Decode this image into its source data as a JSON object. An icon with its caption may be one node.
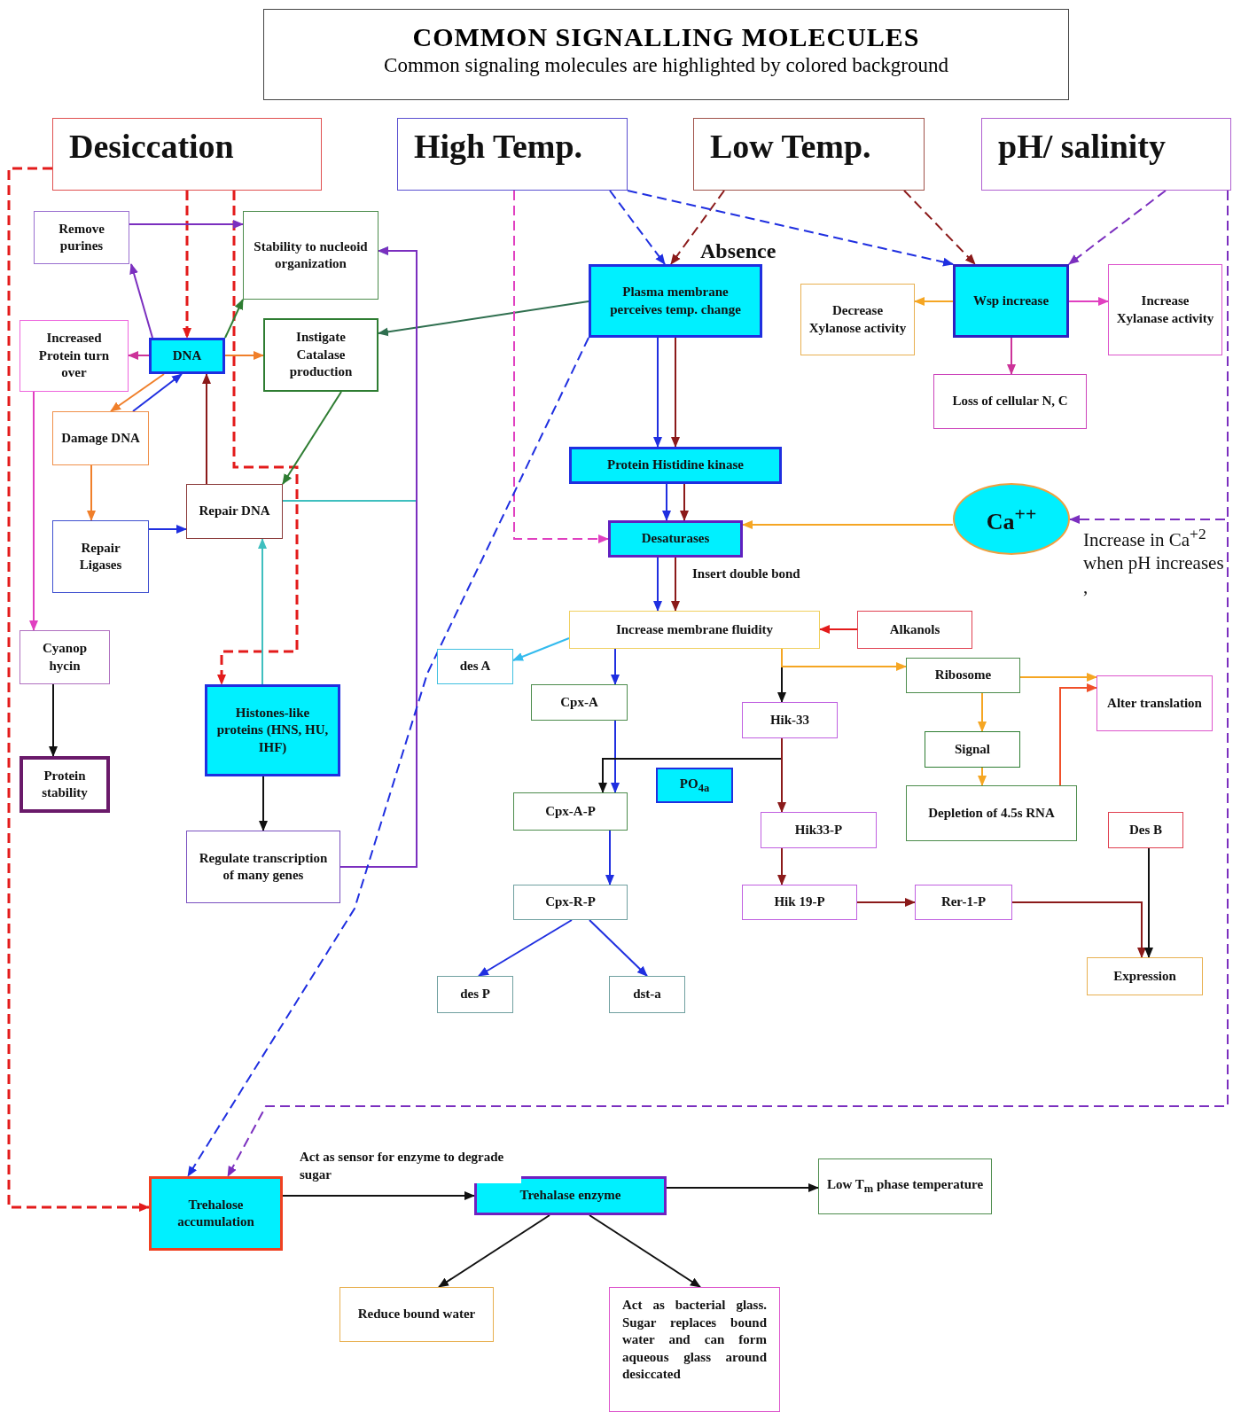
{
  "diagram": {
    "title": "COMMON SIGNALLING MOLECULES",
    "nodes": [
      {
        "text": [
          "Desiccation"
        ]
      },
      {
        "text": [
          "High Temp."
        ]
      },
      {
        "text": [
          "Low Temp."
        ]
      },
      {
        "text": [
          "pH/ salinity"
        ]
      },
      {
        "text": [
          "Remove purines"
        ]
      },
      {
        "text": [
          "Stability to nucleoid organization"
        ]
      },
      {
        "text": [
          "Increased Protein turn over"
        ]
      },
      {
        "text": [
          "DNA"
        ]
      },
      {
        "text": [
          "Instigate Catalase production"
        ]
      },
      {
        "text": [
          "Plasma membrane perceives temp. change"
        ]
      },
      {
        "text": [
          "Decrease Xylanose activity"
        ]
      },
      {
        "text": [
          "Wsp increase"
        ]
      },
      {
        "text": [
          "Increase Xylanase activity"
        ]
      },
      {
        "text": [
          "Loss of cellular N, C"
        ]
      },
      {
        "text": [
          "Damage DNA"
        ]
      },
      {
        "text": [
          "Repair DNA"
        ]
      },
      {
        "text": [
          "Protein Histidine kinase"
        ]
      },
      {
        "text": [
          "Repair Ligases"
        ]
      },
      {
        "text": [
          "Ca$^{++}$"
        ]
      },
      {
        "text": [
          "Desaturases"
        ]
      },
      {
        "text": [
          "Increase membrane fluidity"
        ]
      },
      {
        "text": [
          "Alkanols"
        ]
      },
      {
        "text": [
          "des A"
        ]
      },
      {
        "text": [
          "Cyanop hycin"
        ]
      },
      {
        "text": [
          "Histones-like proteins (HNS, HU, IHF)"
        ]
      },
      {
        "text": [
          "Cpx-A"
        ]
      },
      {
        "text": [
          "Ribosome"
        ]
      },
      {
        "text": [
          "Alter translation"
        ]
      },
      {
        "text": [
          "Hik-33"
        ]
      },
      {
        "text": [
          "Signal"
        ]
      },
      {
        "text": [
          "PO$_{4a}$"
        ]
      },
      {
        "text": [
          "Protein stability"
        ]
      },
      {
        "text": [
          "Cpx-A-P"
        ]
      },
      {
        "text": [
          "Hik33-P"
        ]
      },
      {
        "text": [
          "Depletion of 4.5s RNA"
        ]
      },
      {
        "text": [
          "Des B"
        ]
      },
      {
        "text": [
          "Regulate transcription of many genes"
        ]
      },
      {
        "text": [
          "Cpx-R-P"
        ]
      },
      {
        "text": [
          "Hik 19-P"
        ]
      },
      {
        "text": [
          "Rer-1-P"
        ]
      },
      {
        "text": [
          "Expression"
        ]
      },
      {
        "text": [
          "des P"
        ]
      },
      {
        "text": [
          "dst-a"
        ]
      },
      {
        "text": [
          "Trehalose accumulation"
        ]
      },
      {
        "text": [
          "Trehalase enzyme"
        ]
      },
      {
        "text": [
          "Low T$_{m}$ phase temperature"
        ]
      },
      {
        "text": [
          "Reduce bound water"
        ]
      },
      {
        "text": [
          "Act as bacterial glass. Sugar replaces bound water and can form aqueous glass around desiccated"
        ]
      }
    ],
    "edges": [
      {
        "from": 0,
        "to": 7,
        "arrow": "to",
        "style": "dashed",
        "color": "#e31b1b"
      },
      {
        "from": 0,
        "to": 24,
        "arrow": "to",
        "style": "dashed",
        "color": "#e31b1b"
      },
      {
        "from": 0,
        "to": 43,
        "arrow": "to",
        "style": "dashed",
        "color": "#e31b1b"
      },
      {
        "from": 4,
        "to": 5,
        "arrow": "to",
        "color": "#7b2fbf"
      },
      {
        "from": 7,
        "to": 4,
        "arrow": "to",
        "color": "#7b2fbf"
      },
      {
        "from": 7,
        "to": 6,
        "arrow": "to",
        "color": "#cc3399"
      },
      {
        "from": 7,
        "to": 8,
        "arrow": "to",
        "color": "#f07f2a"
      },
      {
        "from": 7,
        "to": 5,
        "arrow": "to",
        "color": "#2e7d32"
      },
      {
        "from": 7,
        "to": 14,
        "arrow": "to",
        "color": "#f07f2a"
      },
      {
        "from": 14,
        "to": 7,
        "arrow": "to",
        "color": "#1f2fe0"
      },
      {
        "from": 14,
        "to": 17,
        "arrow": "to",
        "color": "#f07f2a"
      },
      {
        "from": 17,
        "to": 15,
        "arrow": "to",
        "color": "#1f2fe0"
      },
      {
        "from": 15,
        "to": 7,
        "arrow": "to",
        "color": "#8b1a1a"
      },
      {
        "from": 8,
        "to": 15,
        "arrow": "to",
        "color": "#2e7d32"
      },
      {
        "from": 9,
        "to": 8,
        "arrow": "to",
        "color": "#2f6f4f"
      },
      {
        "from": 15,
        "to": 5,
        "arrow": "to",
        "color": "#3fbfbf"
      },
      {
        "from": 36,
        "to": 5,
        "arrow": "to",
        "color": "#7b2fbf"
      },
      {
        "from": 24,
        "to": 15,
        "arrow": "to",
        "color": "#3fbfbf"
      },
      {
        "from": 24,
        "to": 36,
        "arrow": "to",
        "color": "#111111"
      },
      {
        "from": 6,
        "to": 23,
        "arrow": "to",
        "color": "#e040c0"
      },
      {
        "from": 23,
        "to": 31,
        "arrow": "to",
        "color": "#111111"
      },
      {
        "from": 1,
        "to": 9,
        "arrow": "to",
        "style": "dashed",
        "color": "#1f2fe0"
      },
      {
        "from": 2,
        "to": 9,
        "label": "Absence",
        "arrow": "to",
        "style": "dashed",
        "color": "#8b1a1a"
      },
      {
        "from": 1,
        "to": 11,
        "arrow": "to",
        "style": "dashed",
        "color": "#1f2fe0"
      },
      {
        "from": 2,
        "to": 11,
        "arrow": "to",
        "style": "dashed",
        "color": "#8b1a1a"
      },
      {
        "from": 3,
        "to": 11,
        "arrow": "to",
        "style": "dashed",
        "color": "#7b2fbf"
      },
      {
        "from": 1,
        "to": 19,
        "arrow": "to",
        "style": "dashed",
        "color": "#e040c0"
      },
      {
        "from": 11,
        "to": 10,
        "arrow": "to",
        "color": "#f5a623"
      },
      {
        "from": 11,
        "to": 12,
        "arrow": "to",
        "color": "#e040c0"
      },
      {
        "from": 11,
        "to": 13,
        "arrow": "to",
        "color": "#cc3399"
      },
      {
        "from": 9,
        "to": 16,
        "arrow": "to",
        "color": "#1f2fe0"
      },
      {
        "from": 9,
        "to": 16,
        "arrow": "to",
        "color": "#8b1a1a"
      },
      {
        "from": 16,
        "to": 19,
        "arrow": "to",
        "color": "#1f2fe0"
      },
      {
        "from": 16,
        "to": 19,
        "arrow": "to",
        "color": "#8b1a1a"
      },
      {
        "from": 18,
        "to": 19,
        "arrow": "to",
        "color": "#f5a623"
      },
      {
        "from": 3,
        "to": 18,
        "label": "Increase in Ca$^{+2}$ when pH increases ,",
        "arrow": "to",
        "style": "dashed",
        "color": "#7b2fbf"
      },
      {
        "from": 3,
        "to": 43,
        "arrow": "to",
        "style": "dashed",
        "color": "#7b2fbf"
      },
      {
        "from": 9,
        "to": 43,
        "arrow": "to",
        "style": "dashed",
        "color": "#1f2fe0"
      },
      {
        "from": 19,
        "to": 20,
        "arrow": "to",
        "color": "#1f2fe0"
      },
      {
        "from": 19,
        "to": 20,
        "label": "Insert double bond",
        "arrow": "to",
        "color": "#8b1a1a"
      },
      {
        "from": 21,
        "to": 20,
        "arrow": "to",
        "color": "#e31b1b"
      },
      {
        "from": 20,
        "to": 22,
        "arrow": "to",
        "color": "#33bbee"
      },
      {
        "from": 20,
        "to": 25,
        "arrow": "to",
        "color": "#1f2fe0"
      },
      {
        "from": 20,
        "to": 28,
        "arrow": "to",
        "color": "#111111"
      },
      {
        "from": 20,
        "to": 26,
        "arrow": "to",
        "color": "#f5a623"
      },
      {
        "from": 26,
        "to": 27,
        "arrow": "to",
        "color": "#f5a623"
      },
      {
        "from": 26,
        "to": 29,
        "arrow": "to",
        "color": "#f5a623"
      },
      {
        "from": 29,
        "to": 34,
        "arrow": "to",
        "color": "#f5a623"
      },
      {
        "from": 34,
        "to": 27,
        "arrow": "to",
        "color": "#f0502a"
      },
      {
        "from": 25,
        "to": 32,
        "arrow": "to",
        "color": "#1f2fe0"
      },
      {
        "from": 28,
        "to": 32,
        "arrow": "to",
        "color": "#111111"
      },
      {
        "from": 28,
        "to": 33,
        "arrow": "to",
        "color": "#8b1a1a"
      },
      {
        "from": 32,
        "to": 37,
        "arrow": "to",
        "color": "#1f2fe0"
      },
      {
        "from": 37,
        "to": 41,
        "arrow": "to",
        "color": "#1f2fe0"
      },
      {
        "from": 37,
        "to": 42,
        "arrow": "to",
        "color": "#1f2fe0"
      },
      {
        "from": 33,
        "to": 38,
        "arrow": "to",
        "color": "#8b1a1a"
      },
      {
        "from": 38,
        "to": 39,
        "arrow": "to",
        "color": "#8b1a1a"
      },
      {
        "from": 39,
        "to": 40,
        "arrow": "to",
        "color": "#8b1a1a"
      },
      {
        "from": 35,
        "to": 40,
        "arrow": "to",
        "color": "#111111"
      },
      {
        "from": 43,
        "to": 44,
        "label": "Act as sensor for enzyme to degrade sugar",
        "arrow": "to",
        "color": "#111111"
      },
      {
        "from": 44,
        "to": 45,
        "arrow": "to",
        "color": "#111111"
      },
      {
        "from": 44,
        "to": 46,
        "arrow": "to",
        "color": "#111111"
      },
      {
        "from": 44,
        "to": 47,
        "arrow": "to",
        "color": "#111111"
      }
    ],
    "labels": [
      "Common signaling molecules are highlighted by colored background"
    ]
  }
}
